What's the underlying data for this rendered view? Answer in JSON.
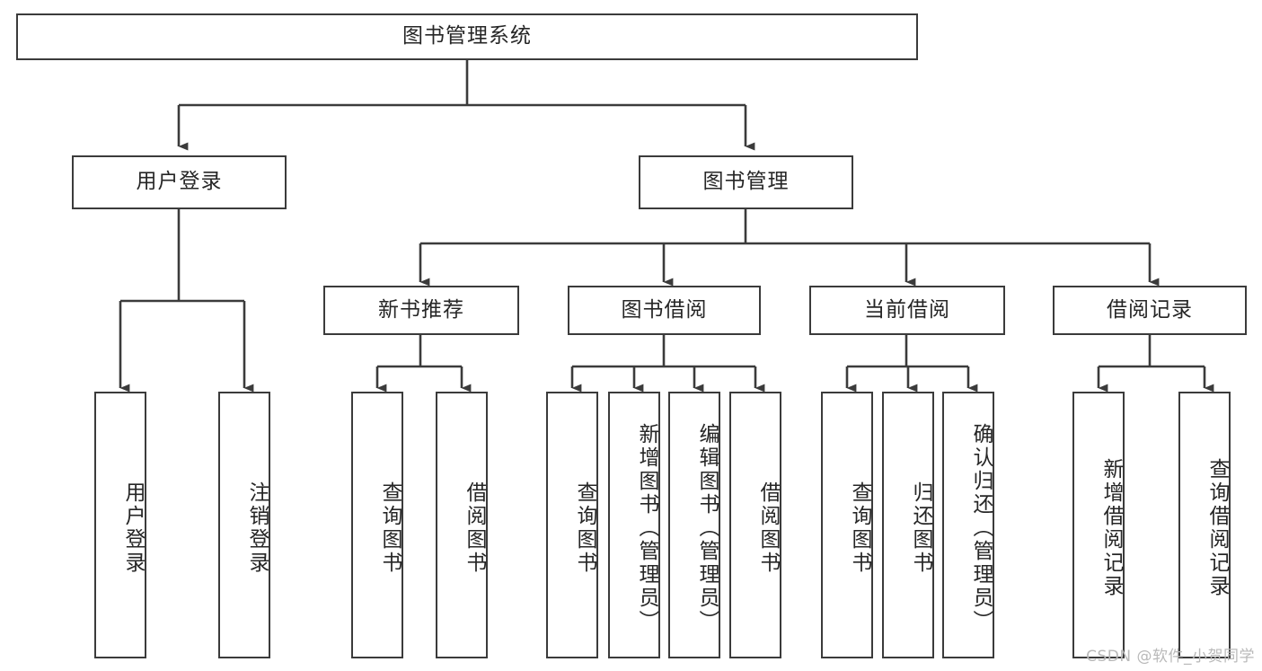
{
  "diagram": {
    "title": "图书管理系统",
    "type": "tree-hierarchy-chart",
    "watermark": "CSDN @软件_小贺同学",
    "line_color": "#3b3b3b",
    "box_fill": "#ffffff",
    "text_color": "#262626",
    "nodes": {
      "root": {
        "label": "图书管理系统"
      },
      "level2": [
        {
          "id": "user-login",
          "label": "用户登录"
        },
        {
          "id": "book-manage",
          "label": "图书管理"
        }
      ],
      "level3": [
        {
          "id": "new-book-recommend",
          "label": "新书推荐"
        },
        {
          "id": "book-borrow",
          "label": "图书借阅"
        },
        {
          "id": "current-borrow",
          "label": "当前借阅"
        },
        {
          "id": "borrow-record",
          "label": "借阅记录"
        }
      ],
      "leaves": {
        "user_login": [
          {
            "id": "leaf-user-login",
            "label": "用户登录"
          },
          {
            "id": "leaf-logout-login",
            "label": "注销登录"
          }
        ],
        "new_book_recommend": [
          {
            "id": "leaf-query-book-1",
            "label": "查询图书"
          },
          {
            "id": "leaf-borrow-book-1",
            "label": "借阅图书"
          }
        ],
        "book_borrow": [
          {
            "id": "leaf-query-book-2",
            "label": "查询图书"
          },
          {
            "id": "leaf-add-book-admin",
            "label": "新增图书（管理员）"
          },
          {
            "id": "leaf-edit-book-admin",
            "label": "编辑图书（管理员）"
          },
          {
            "id": "leaf-borrow-book-2",
            "label": "借阅图书"
          }
        ],
        "current_borrow": [
          {
            "id": "leaf-query-book-3",
            "label": "查询图书"
          },
          {
            "id": "leaf-return-book",
            "label": "归还图书"
          },
          {
            "id": "leaf-confirm-return-admin",
            "label": "确认归还（管理员）"
          }
        ],
        "borrow_record": [
          {
            "id": "leaf-add-borrow-record",
            "label": "新增借阅记录"
          },
          {
            "id": "leaf-query-borrow-record",
            "label": "查询借阅记录"
          }
        ]
      }
    }
  }
}
